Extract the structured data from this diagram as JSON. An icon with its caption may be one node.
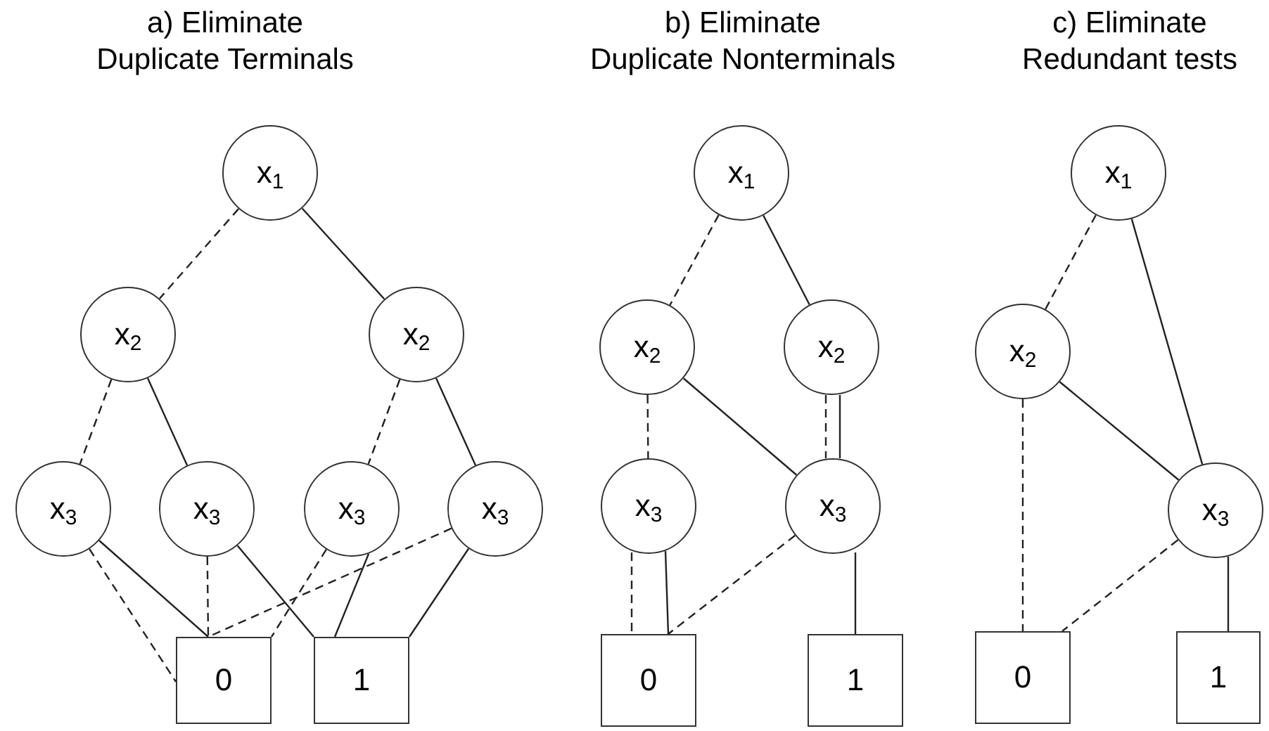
{
  "diagram": {
    "nodes": [
      {
        "text": [
          "x$_{1}$"
        ]
      },
      {
        "text": [
          "x$_{2}$"
        ]
      },
      {
        "text": [
          "x$_{2}$"
        ]
      },
      {
        "text": [
          "x$_{3}$"
        ]
      },
      {
        "text": [
          "x$_{3}$"
        ]
      },
      {
        "text": [
          "x$_{3}$"
        ]
      },
      {
        "text": [
          "x$_{3}$"
        ]
      },
      {
        "text": [
          "0"
        ]
      },
      {
        "text": [
          "1"
        ]
      },
      {
        "text": [
          "x$_{1}$"
        ]
      },
      {
        "text": [
          "x$_{2}$"
        ]
      },
      {
        "text": [
          "x$_{2}$"
        ]
      },
      {
        "text": [
          "x$_{3}$"
        ]
      },
      {
        "text": [
          "x$_{3}$"
        ]
      },
      {
        "text": [
          "0"
        ]
      },
      {
        "text": [
          "1"
        ]
      },
      {
        "text": [
          "x$_{1}$"
        ]
      },
      {
        "text": [
          "x$_{2}$"
        ]
      },
      {
        "text": [
          "x$_{3}$"
        ]
      },
      {
        "text": [
          "0"
        ]
      },
      {
        "text": [
          "1"
        ]
      }
    ],
    "edges": [
      {
        "from": 0,
        "to": 1,
        "arrow": "none",
        "style": "dashed"
      },
      {
        "from": 0,
        "to": 2,
        "arrow": "none"
      },
      {
        "from": 1,
        "to": 3,
        "arrow": "none",
        "style": "dashed"
      },
      {
        "from": 1,
        "to": 4,
        "arrow": "none"
      },
      {
        "from": 2,
        "to": 5,
        "arrow": "none",
        "style": "dashed"
      },
      {
        "from": 2,
        "to": 6,
        "arrow": "none"
      },
      {
        "from": 3,
        "to": 7,
        "arrow": "none",
        "style": "dashed"
      },
      {
        "from": 3,
        "to": 7,
        "arrow": "none"
      },
      {
        "from": 4,
        "to": 7,
        "arrow": "none",
        "style": "dashed"
      },
      {
        "from": 4,
        "to": 8,
        "arrow": "none"
      },
      {
        "from": 5,
        "to": 7,
        "arrow": "none",
        "style": "dashed"
      },
      {
        "from": 5,
        "to": 8,
        "arrow": "none"
      },
      {
        "from": 6,
        "to": 7,
        "arrow": "none",
        "style": "dashed"
      },
      {
        "from": 6,
        "to": 8,
        "arrow": "none"
      },
      {
        "from": 9,
        "to": 10,
        "arrow": "none",
        "style": "dashed"
      },
      {
        "from": 9,
        "to": 11,
        "arrow": "none"
      },
      {
        "from": 10,
        "to": 12,
        "arrow": "none",
        "style": "dashed"
      },
      {
        "from": 10,
        "to": 13,
        "arrow": "none"
      },
      {
        "from": 11,
        "to": 13,
        "arrow": "none",
        "style": "dashed"
      },
      {
        "from": 11,
        "to": 13,
        "arrow": "none"
      },
      {
        "from": 12,
        "to": 14,
        "arrow": "none",
        "style": "dashed"
      },
      {
        "from": 12,
        "to": 14,
        "arrow": "none"
      },
      {
        "from": 13,
        "to": 14,
        "arrow": "none",
        "style": "dashed"
      },
      {
        "from": 13,
        "to": 15,
        "arrow": "none"
      },
      {
        "from": 16,
        "to": 17,
        "arrow": "none",
        "style": "dashed"
      },
      {
        "from": 16,
        "to": 18,
        "arrow": "none"
      },
      {
        "from": 17,
        "to": 19,
        "arrow": "none",
        "style": "dashed"
      },
      {
        "from": 17,
        "to": 18,
        "arrow": "none"
      },
      {
        "from": 18,
        "to": 19,
        "arrow": "none",
        "style": "dashed"
      },
      {
        "from": 18,
        "to": 20,
        "arrow": "none"
      }
    ],
    "labels": [
      "a) Eliminate Duplicate Terminals",
      "b) Eliminate Duplicate Nonterminals",
      "c) Eliminate Redundant tests"
    ]
  }
}
